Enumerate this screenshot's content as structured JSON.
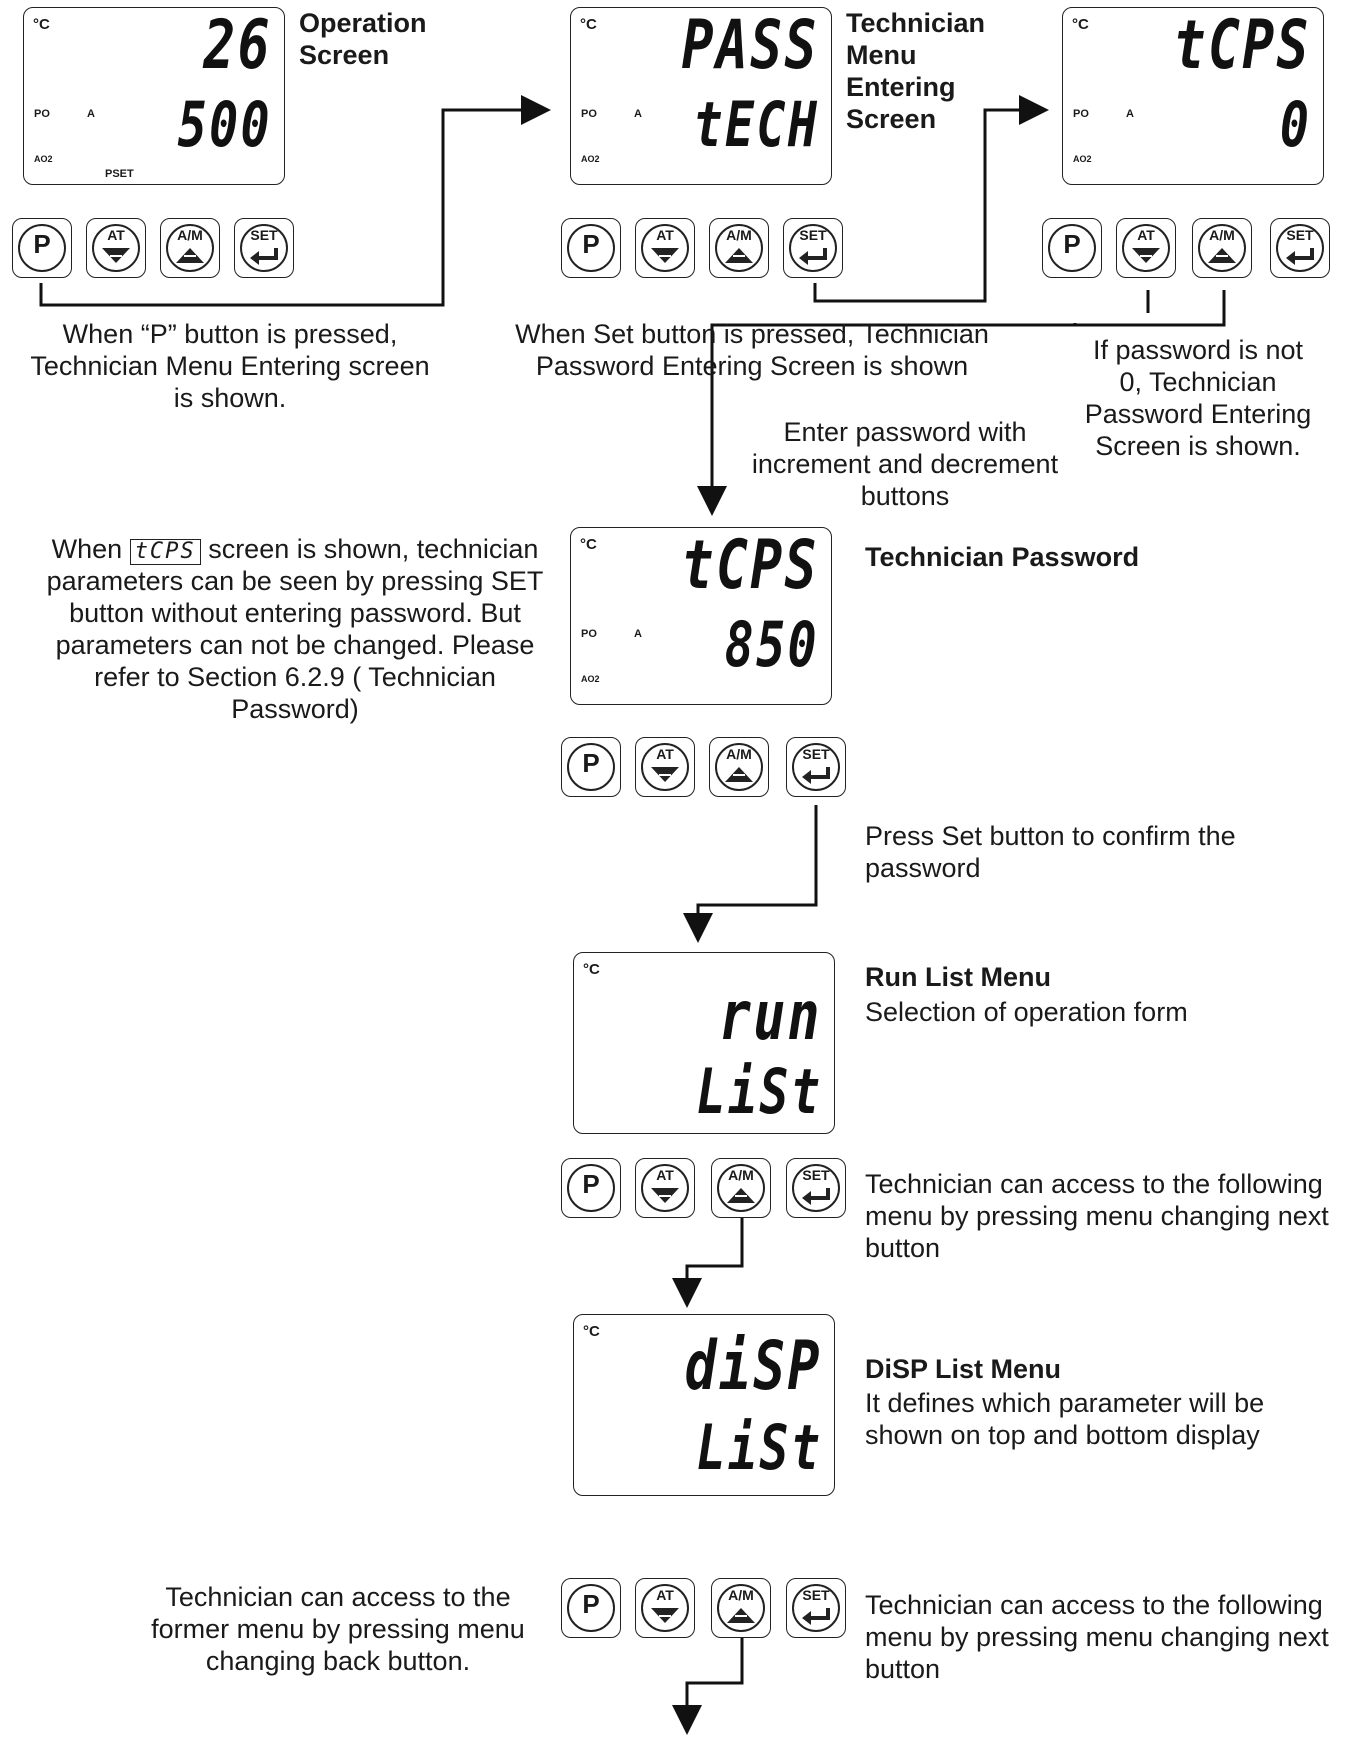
{
  "buttons": {
    "p": "P",
    "at": "AT",
    "am": "A/M",
    "set": "SET"
  },
  "indicators": {
    "deg": "°C",
    "po": "PO",
    "a": "A",
    "ao2": "AO2",
    "pset": "PSET"
  },
  "screens": {
    "operation": {
      "top": "26",
      "bottom": "500",
      "title": "Operation Screen"
    },
    "tech_menu": {
      "top": "PASS",
      "bottom": "tECH",
      "title": "Technician Menu Entering Screen"
    },
    "tcps_zero": {
      "top": "tCPS",
      "bottom": "0"
    },
    "tech_password": {
      "top": "tCPS",
      "bottom": "850",
      "title": "Technician Password"
    },
    "run_list": {
      "top": "run",
      "bottom": "LiSt",
      "title": "Run List Menu",
      "subtitle": "Selection of operation form"
    },
    "disp_list": {
      "top": "diSP",
      "bottom": "LiSt",
      "title": "DiSP List Menu",
      "subtitle": "It defines which parameter will be shown on top and bottom display"
    }
  },
  "notes": {
    "p_pressed": "When “P” button is pressed, Technician Menu Entering screen is shown.",
    "set_pressed": "When Set button is pressed, Technician Password Entering Screen is shown",
    "password_not_zero": "If password is not 0, Technician Password Entering Screen is shown.",
    "enter_password": "Enter password with increment and decrement buttons",
    "tcps_note_pre": "When",
    "tcps_note_inline": "tCPS",
    "tcps_note_post": "screen is shown, technician parameters can be seen by pressing SET button without entering password. But parameters can not be changed. Please refer to Section 6.2.9 ( Technician Password)",
    "confirm_password": "Press Set button to confirm the password",
    "next_menu_1": "Technician can access to the following menu by pressing menu changing next button",
    "next_menu_2": "Technician can access to the following menu by pressing menu changing next button",
    "former_menu": "Technician can access to the former menu by pressing menu changing back button."
  }
}
